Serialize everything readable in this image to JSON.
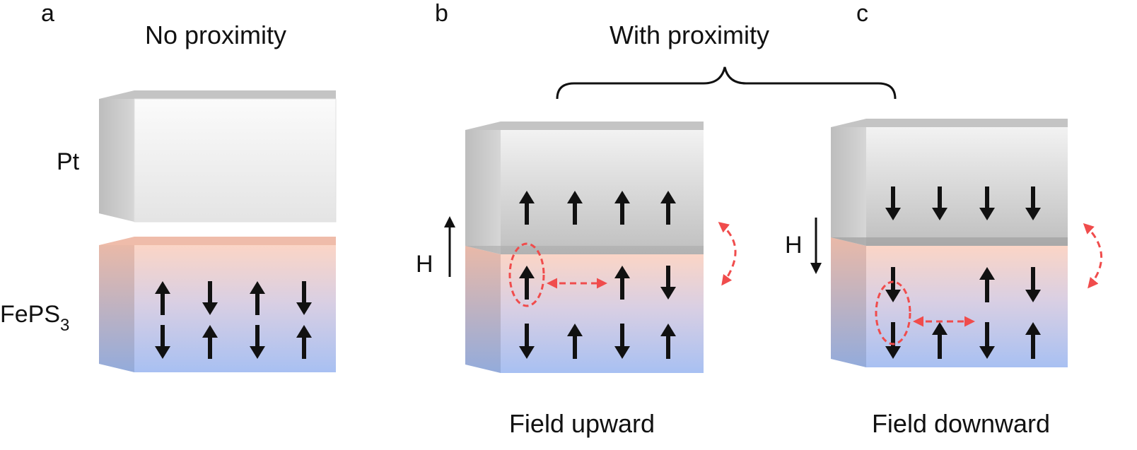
{
  "panels": {
    "a": {
      "letter": "a",
      "title": "No proximity"
    },
    "b": {
      "letter": "b",
      "caption": "Field upward",
      "field_label": "H"
    },
    "c": {
      "letter": "c",
      "caption": "Field downward",
      "field_label": "H"
    }
  },
  "shared_title": "With proximity",
  "labels": {
    "metal": "Pt",
    "magnet_main": "FePS",
    "magnet_sub": "3"
  },
  "colors": {
    "pt_top": "#c9c9c9",
    "pt_front": "#f2f2f2",
    "fe_top": "#f5c6b4",
    "fe_blue": "#a8c0f0",
    "arrow": "#111111",
    "highlight": "#f04c4c"
  }
}
